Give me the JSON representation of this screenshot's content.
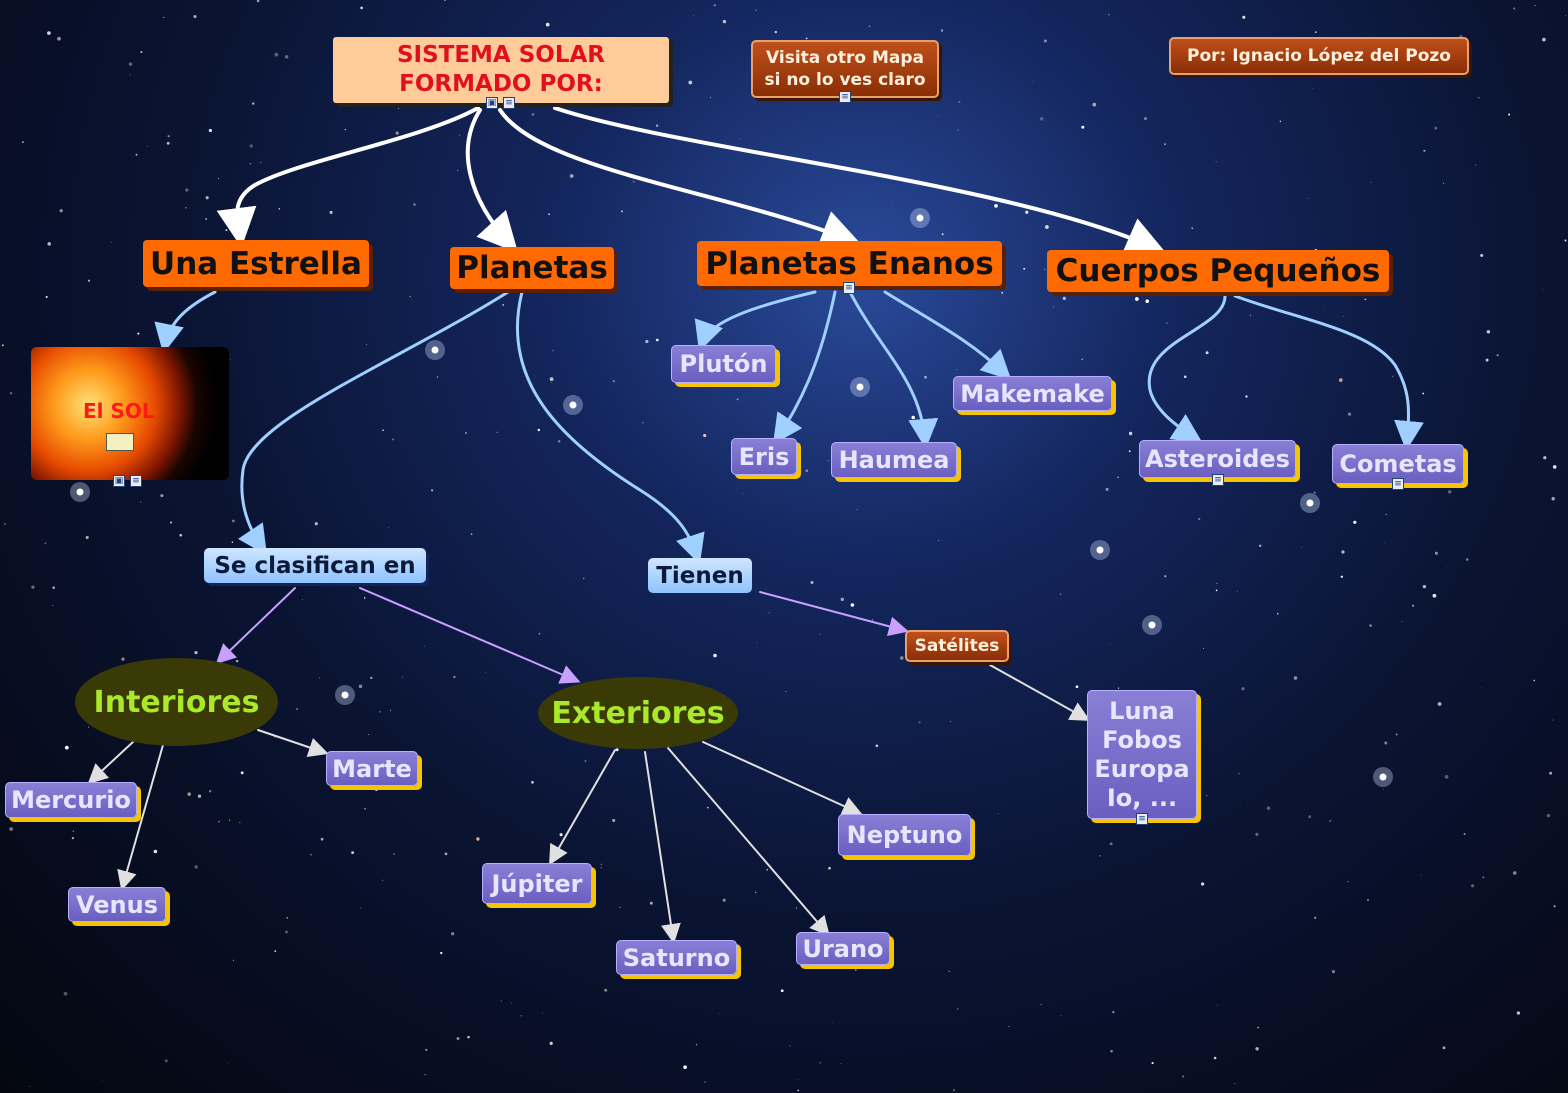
{
  "title": "SISTEMA SOLAR FORMADO POR:",
  "visit_link": "Visita otro Mapa si no lo ves claro",
  "author": "Por: Ignacio López del Pozo",
  "categories": {
    "star": "Una Estrella",
    "planets": "Planetas",
    "dwarf_planets": "Planetas Enanos",
    "small_bodies": "Cuerpos Pequeños"
  },
  "sun_label": "El SOL",
  "links": {
    "classified": "Se clasifican en",
    "have": "Tienen"
  },
  "groups": {
    "inner": "Interiores",
    "outer": "Exteriores"
  },
  "inner_planets": {
    "mercury": "Mercurio",
    "venus": "Venus",
    "mars": "Marte"
  },
  "outer_planets": {
    "jupiter": "Júpiter",
    "saturn": "Saturno",
    "uranus": "Urano",
    "neptune": "Neptuno"
  },
  "dwarfs": {
    "pluto": "Plutón",
    "eris": "Eris",
    "haumea": "Haumea",
    "makemake": "Makemake"
  },
  "small": {
    "asteroids": "Asteroides",
    "comets": "Cometas"
  },
  "satellites": {
    "label": "Satélites",
    "items": [
      "Luna",
      "Fobos",
      "Europa",
      "Io, ..."
    ]
  },
  "colors": {
    "white_link": "#ffffff",
    "blue_link": "#9fd0ff",
    "violet_link": "#c8a0ff",
    "node_orange": "#ff6a00",
    "node_purple": "#7a6fcf",
    "node_blue": "#a9d2ff",
    "group_text": "#a9e82a"
  }
}
